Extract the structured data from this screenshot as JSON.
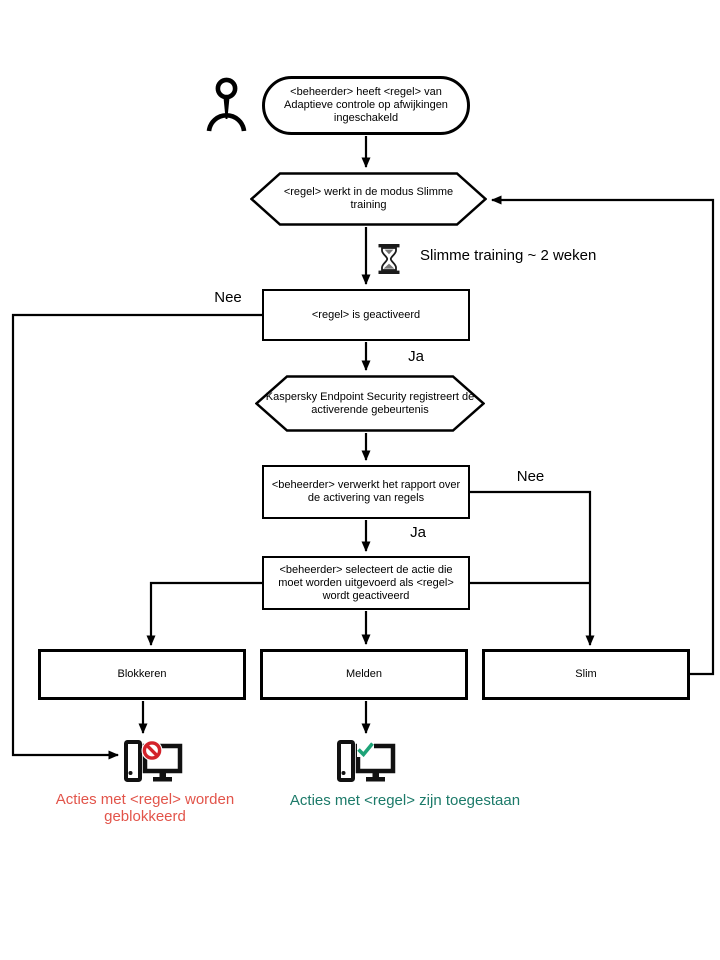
{
  "flowchart": {
    "nodes": {
      "start": {
        "text": "<beheerder> heeft <regel> van Adaptieve controle op afwijkingen ingeschakeld"
      },
      "training_mode": {
        "text": "<regel> werkt in de modus Slimme training"
      },
      "rule_triggered": {
        "text": "<regel> is geactiveerd"
      },
      "event_registered": {
        "text": "Kaspersky Endpoint Security registreert de activerende gebeurtenis"
      },
      "report_review": {
        "text": "<beheerder> verwerkt het rapport over de activering van regels"
      },
      "action_select": {
        "text": "<beheerder> selecteert de actie die moet worden uitgevoerd als <regel> wordt geactiveerd"
      },
      "action_block": {
        "label": "Blokkeren"
      },
      "action_notify": {
        "label": "Melden"
      },
      "action_smart": {
        "label": "Slim"
      }
    },
    "branch_labels": {
      "triggered_no": "Nee",
      "triggered_yes": "Ja",
      "report_no": "Nee",
      "report_yes": "Ja"
    },
    "annotations": {
      "training_duration": "Slimme training ~ 2 weken"
    },
    "outcomes": {
      "blocked": {
        "text": "Acties met <regel> worden geblokkeerd",
        "color": "#e2544a"
      },
      "allowed": {
        "text": "Acties met <regel> zijn toegestaan",
        "color": "#1c7a69"
      }
    },
    "icons": {
      "person": "person-icon",
      "hourglass": "hourglass-icon",
      "computer_blocked": "computer-blocked-icon",
      "computer_allowed": "computer-allowed-icon"
    },
    "colors": {
      "line": "#000000",
      "node_fill": "#ffffff",
      "prohibit_red": "#d3232b",
      "check_green": "#1da377"
    }
  }
}
